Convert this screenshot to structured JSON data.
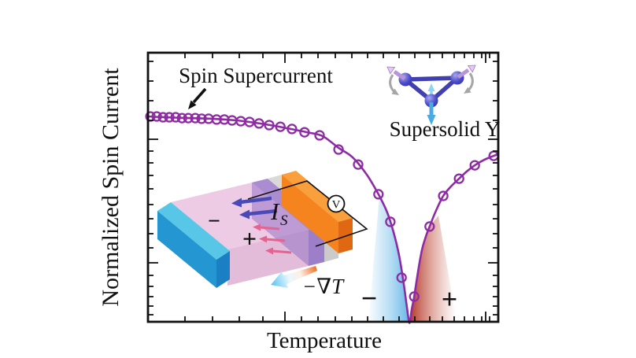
{
  "figure": {
    "ylabel": "Normalized Spin Current",
    "xlabel": "Temperature",
    "curve_label": "Spin Supercurrent",
    "material_label": "Supersolid Y",
    "neg_region_sign": "−",
    "pos_region_sign": "+"
  },
  "inset": {
    "spin_current_symbol_main": "I",
    "spin_current_symbol_sub": "S",
    "voltmeter_label": "V",
    "gradient_label": "−∇T",
    "minus_sign": "−",
    "plus_sign": "+"
  },
  "colors": {
    "curve": "#8E2BA4",
    "axis": "#111111",
    "neg_sign_blue": "#2E74C4",
    "pos_sign_red": "#D6232E",
    "blue_region": "#7FC4EC",
    "red_region": "#C04030",
    "cold_contact_blue": "#2496D2",
    "hot_contact_orange": "#F5841E",
    "sample_pink": "#EECBE4",
    "interface_purple": "#8E6CC4",
    "detector_gray": "#CFCFCF"
  },
  "chart_data": {
    "type": "line",
    "title": "",
    "xlabel": "Temperature",
    "ylabel": "Normalized Spin Current",
    "axis_tick_labels": "none (qualitative axes, minor/major ticks only)",
    "x_range_normalized": [
      0,
      1
    ],
    "y_range_normalized": [
      0,
      1
    ],
    "grid": false,
    "legend_position": "none",
    "zero_crossing_t": 0.746,
    "series": [
      {
        "name": "Spin Supercurrent",
        "color": "#8E2BA4",
        "marker": "open-circle",
        "curve": [
          [
            0.0,
            1.0
          ],
          [
            0.049,
            0.996
          ],
          [
            0.117,
            0.992
          ],
          [
            0.184,
            0.989
          ],
          [
            0.252,
            0.981
          ],
          [
            0.319,
            0.966
          ],
          [
            0.387,
            0.946
          ],
          [
            0.454,
            0.923
          ],
          [
            0.499,
            0.904
          ],
          [
            0.544,
            0.847
          ],
          [
            0.584,
            0.801
          ],
          [
            0.625,
            0.716
          ],
          [
            0.658,
            0.621
          ],
          [
            0.683,
            0.533
          ],
          [
            0.701,
            0.437
          ],
          [
            0.717,
            0.322
          ],
          [
            0.73,
            0.188
          ],
          [
            0.739,
            0.073
          ],
          [
            0.745,
            0.002
          ],
          [
            0.748,
            0.002
          ],
          [
            0.753,
            0.061
          ],
          [
            0.76,
            0.123
          ],
          [
            0.771,
            0.245
          ],
          [
            0.782,
            0.349
          ],
          [
            0.793,
            0.414
          ],
          [
            0.804,
            0.464
          ],
          [
            0.822,
            0.54
          ],
          [
            0.843,
            0.613
          ],
          [
            0.865,
            0.659
          ],
          [
            0.888,
            0.697
          ],
          [
            0.91,
            0.732
          ],
          [
            0.933,
            0.762
          ],
          [
            0.96,
            0.789
          ],
          [
            0.987,
            0.808
          ],
          [
            1.0,
            0.816
          ]
        ],
        "markers": [
          [
            0.007,
            1.0
          ],
          [
            0.025,
            1.0
          ],
          [
            0.043,
            0.996
          ],
          [
            0.061,
            0.996
          ],
          [
            0.079,
            0.996
          ],
          [
            0.097,
            0.992
          ],
          [
            0.115,
            0.992
          ],
          [
            0.135,
            0.992
          ],
          [
            0.153,
            0.989
          ],
          [
            0.173,
            0.989
          ],
          [
            0.196,
            0.985
          ],
          [
            0.218,
            0.985
          ],
          [
            0.24,
            0.981
          ],
          [
            0.265,
            0.977
          ],
          [
            0.29,
            0.973
          ],
          [
            0.317,
            0.966
          ],
          [
            0.346,
            0.958
          ],
          [
            0.378,
            0.95
          ],
          [
            0.411,
            0.939
          ],
          [
            0.447,
            0.923
          ],
          [
            0.49,
            0.908
          ],
          [
            0.544,
            0.839
          ],
          [
            0.6,
            0.766
          ],
          [
            0.658,
            0.621
          ],
          [
            0.692,
            0.487
          ],
          [
            0.724,
            0.215
          ],
          [
            0.76,
            0.123
          ],
          [
            0.804,
            0.464
          ],
          [
            0.843,
            0.613
          ],
          [
            0.888,
            0.697
          ],
          [
            0.933,
            0.762
          ],
          [
            0.987,
            0.808
          ]
        ]
      }
    ],
    "regions": [
      {
        "label": "−",
        "side": "left-of-zero-crossing",
        "fill": "#7FC4EC",
        "sign_color": "#2E74C4"
      },
      {
        "label": "+",
        "side": "right-of-zero-crossing",
        "fill": "#C04030",
        "sign_color": "#D6232E"
      }
    ],
    "annotations": [
      {
        "text": "Spin Supercurrent",
        "target": "flat high-current branch at low temperature"
      },
      {
        "text": "Supersolid Y",
        "target": "spin-structure icon"
      }
    ]
  }
}
